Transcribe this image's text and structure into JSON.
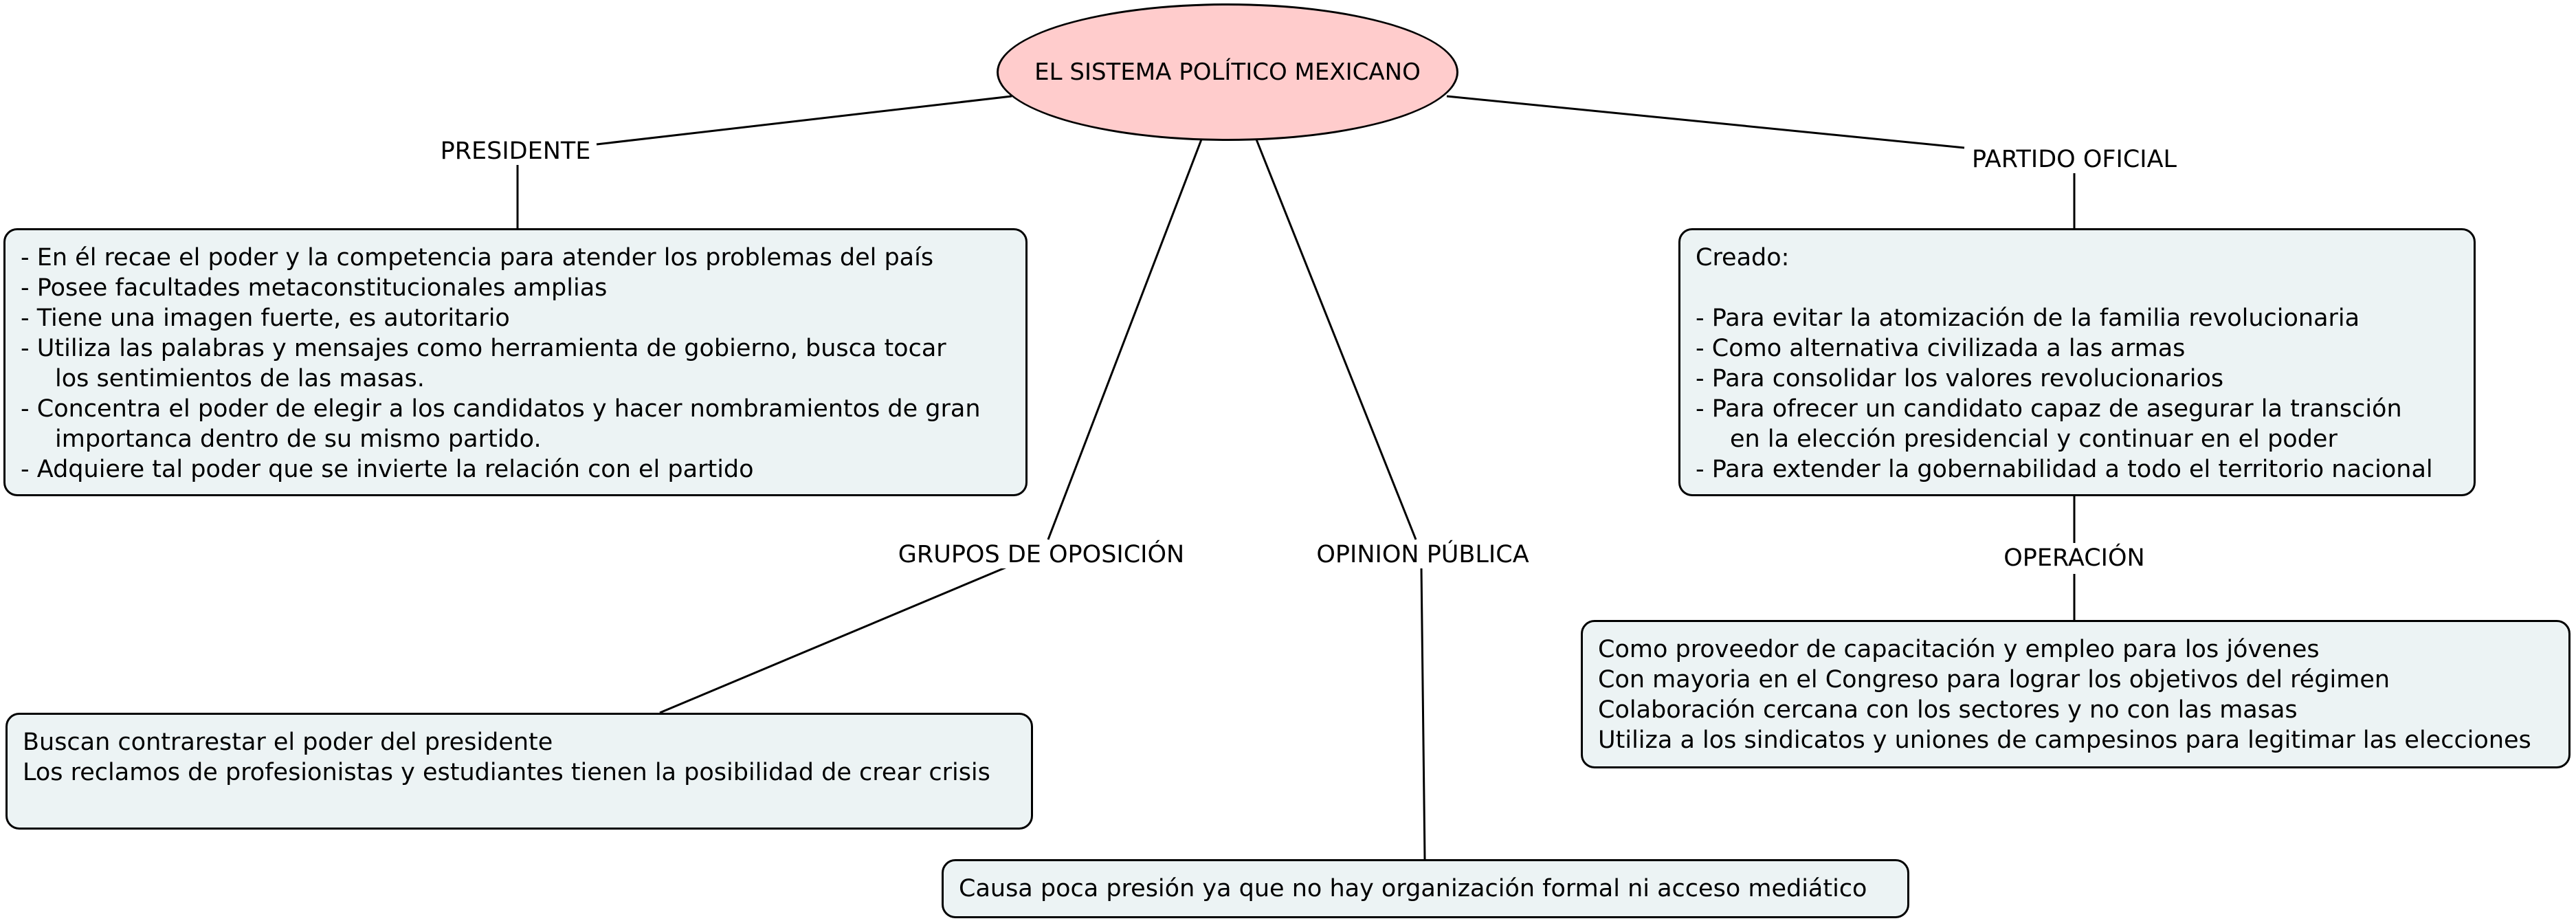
{
  "root": {
    "title": "EL SISTEMA POLÍTICO MEXICANO"
  },
  "labels": {
    "presidente": "PRESIDENTE",
    "partido_oficial": "PARTIDO OFICIAL",
    "grupos_oposicion": "GRUPOS DE OPOSICIÓN",
    "opinion_publica": "OPINION PÚBLICA",
    "operacion": "OPERACIÓN"
  },
  "boxes": {
    "presidente": [
      "- En él recae el poder y la competencia para atender los problemas del país",
      "- Posee facultades metaconstitucionales amplias",
      "- Tiene una imagen fuerte, es autoritario",
      "- Utiliza las palabras y mensajes como herramienta de gobierno, busca tocar",
      "los sentimientos de las masas.",
      "- Concentra el poder de elegir a los candidatos y hacer nombramientos de gran",
      "importanca dentro de su mismo partido.",
      "- Adquiere tal poder que se invierte la relación con el partido"
    ],
    "partido": [
      "Creado:",
      "",
      "- Para evitar la atomización de la familia revolucionaria",
      "- Como alternativa civilizada a las armas",
      "- Para consolidar los valores revolucionarios",
      "- Para ofrecer un candidato capaz de asegurar la transción",
      "en la elección presidencial y continuar en el poder",
      "- Para extender la gobernabilidad a todo el territorio nacional"
    ],
    "operacion": [
      "Como proveedor de capacitación y empleo para los jóvenes",
      "Con mayoria en el Congreso para lograr los objetivos del régimen",
      "Colaboración cercana con los sectores y no con las masas",
      "Utiliza a los sindicatos y uniones de campesinos para legitimar las elecciones"
    ],
    "grupos": [
      "Buscan contrarestar el poder del presidente",
      "Los reclamos de profesionistas y estudiantes tienen la posibilidad de crear crisis"
    ],
    "opinion": [
      "Causa poca presión ya que no hay organización formal ni acceso mediático"
    ]
  }
}
